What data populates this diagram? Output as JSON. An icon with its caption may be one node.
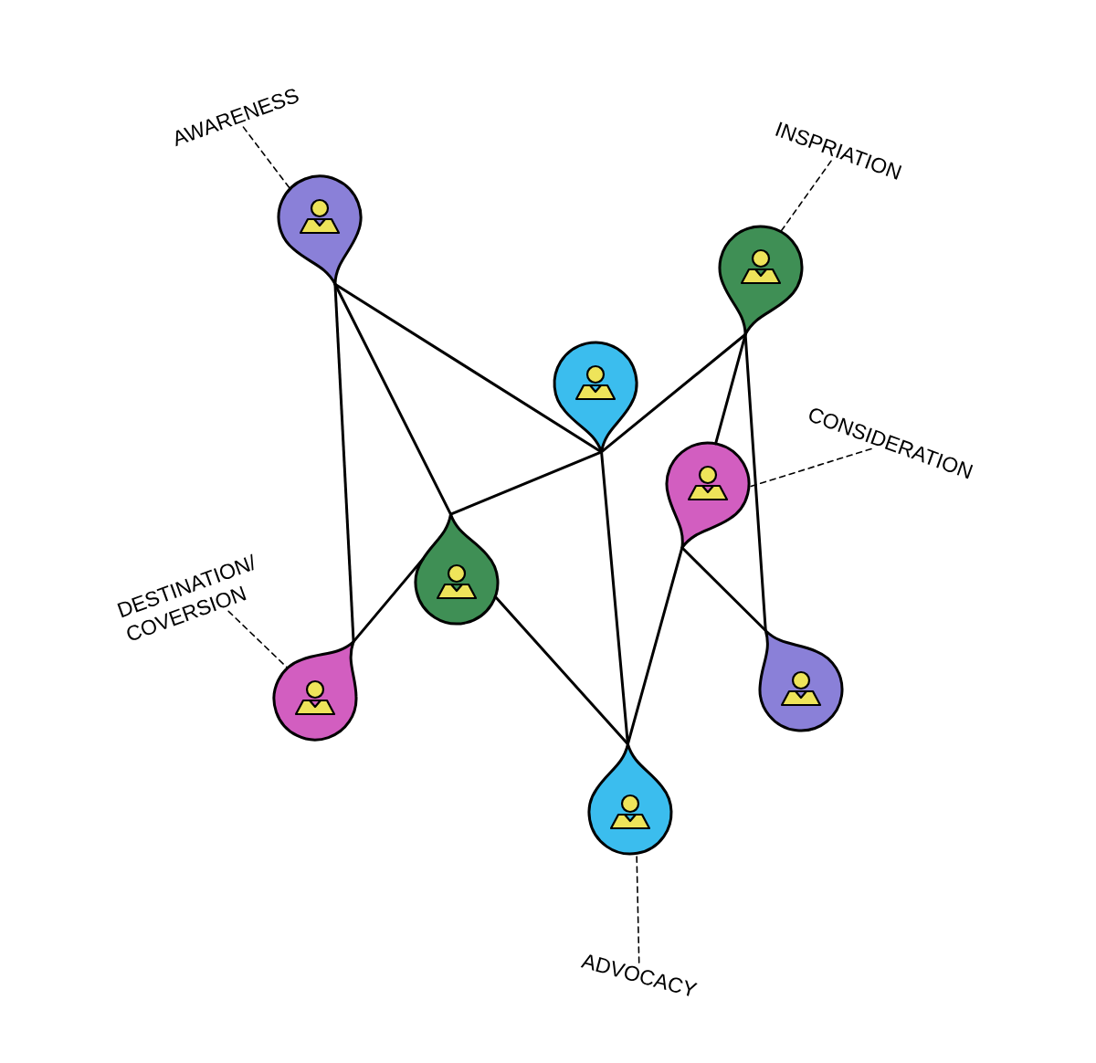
{
  "diagram": {
    "nodes": [
      {
        "text": [
          "AWARENESS"
        ]
      },
      {
        "text": [
          "INSPRIATION"
        ]
      },
      {
        "text": [],
        "shape": "pin"
      },
      {
        "text": [],
        "shape": "pin"
      },
      {
        "text": [],
        "shape": "pin"
      },
      {
        "text": [
          "CONSIDERATION"
        ]
      },
      {
        "text": [],
        "shape": "pin"
      },
      {
        "text": [],
        "shape": "pin"
      },
      {
        "text": [
          "DESTINATION/ COVERSION"
        ]
      },
      {
        "text": [],
        "shape": "pin"
      },
      {
        "text": [],
        "shape": "pin"
      },
      {
        "text": [],
        "shape": "pin"
      },
      {
        "text": [
          "ADVOCACY"
        ]
      }
    ],
    "edges": [
      {
        "from": 2,
        "to": 9,
        "arrow": "none"
      },
      {
        "from": 2,
        "to": 7,
        "arrow": "none"
      },
      {
        "from": 2,
        "to": 4,
        "arrow": "none"
      },
      {
        "from": 3,
        "to": 4,
        "arrow": "none"
      },
      {
        "from": 3,
        "to": 6,
        "arrow": "none"
      },
      {
        "from": 3,
        "to": 10,
        "arrow": "none"
      },
      {
        "from": 4,
        "to": 7,
        "arrow": "none"
      },
      {
        "from": 4,
        "to": 11,
        "arrow": "none"
      },
      {
        "from": 9,
        "to": 7,
        "arrow": "none"
      },
      {
        "from": 7,
        "to": 11,
        "arrow": "none"
      },
      {
        "from": 6,
        "to": 11,
        "arrow": "none"
      },
      {
        "from": 6,
        "to": 10,
        "arrow": "none"
      },
      {
        "from": 0,
        "to": 2,
        "arrow": "none",
        "style": "dashed"
      },
      {
        "from": 1,
        "to": 3,
        "arrow": "none",
        "style": "dashed"
      },
      {
        "from": 5,
        "to": 6,
        "arrow": "none",
        "style": "dashed"
      },
      {
        "from": 8,
        "to": 9,
        "arrow": "none",
        "style": "dashed"
      },
      {
        "from": 12,
        "to": 11,
        "arrow": "none",
        "style": "dashed"
      }
    ]
  }
}
